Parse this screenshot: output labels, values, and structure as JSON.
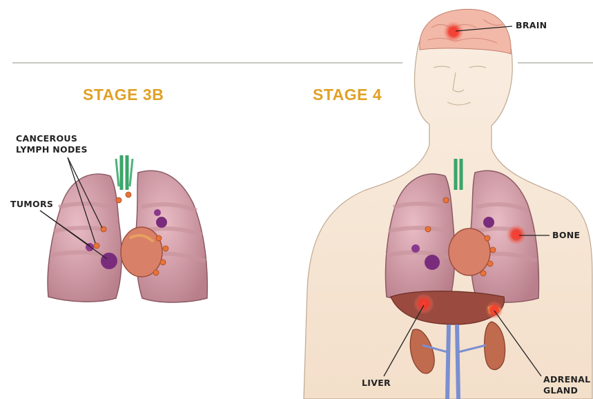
{
  "stages": {
    "left": "STAGE 3B",
    "right": "STAGE 4"
  },
  "labels": {
    "cancerous_lymph_nodes": "CANCEROUS\nLYMPH NODES",
    "tumors": "TUMORS",
    "brain": "BRAIN",
    "bone": "BONE",
    "liver": "LIVER",
    "adrenal_gland": "ADRENAL\nGLAND"
  },
  "colors": {
    "stage_title": "#e0a126",
    "lung": "#d9a3ae",
    "tumor": "#7a2c7c",
    "lymph_node": "#e8733a",
    "metastasis": "#e8322a",
    "skin": "#f6e6d4"
  },
  "icons": [
    "lungs-illustration",
    "human-figure-illustration",
    "brain-illustration",
    "kidney-illustration"
  ]
}
